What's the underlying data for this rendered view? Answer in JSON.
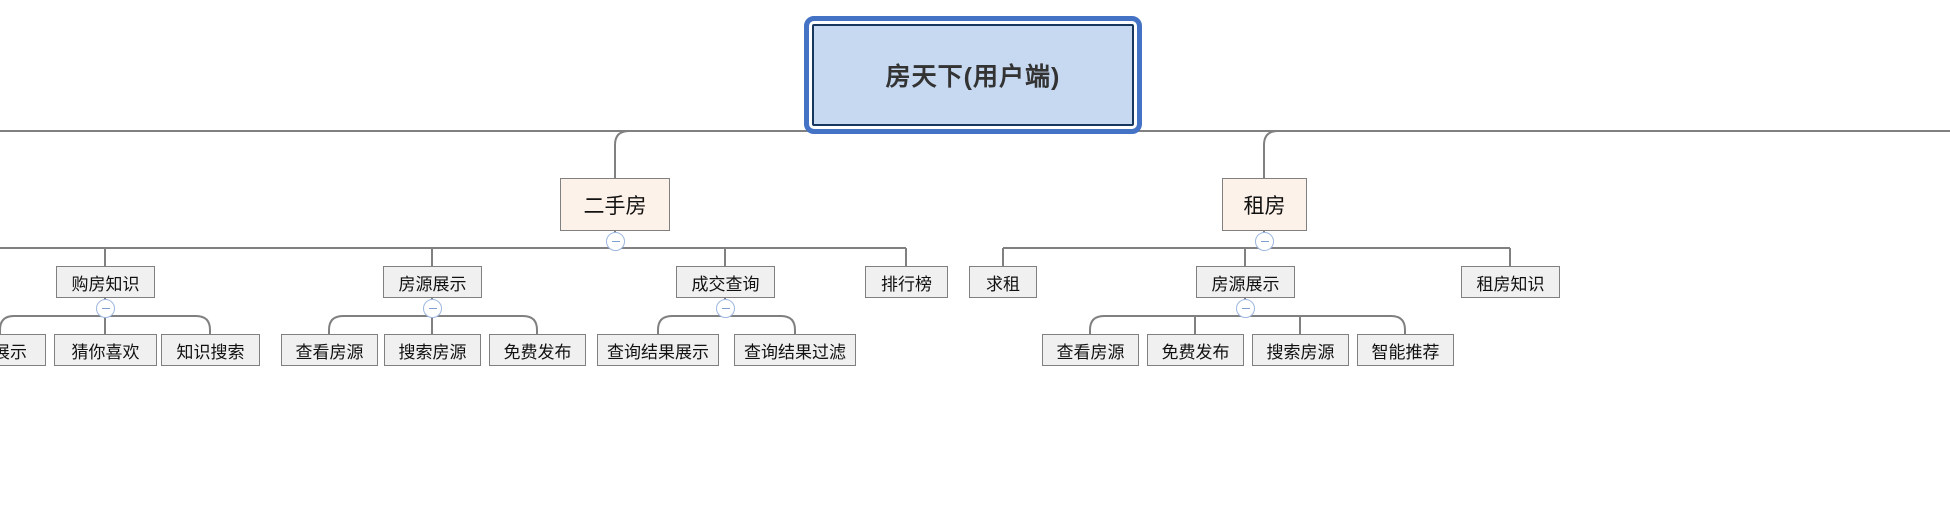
{
  "diagram": {
    "type": "tree-mindmap",
    "title": "房天下(用户端)",
    "orientation": "top-down",
    "colors": {
      "root_fill": "#c6d9f1",
      "root_border": "#4472c4",
      "root_inner_border": "#17375e",
      "category_fill": "#fdf2e9",
      "category_border": "#808080",
      "item_fill": "#f0f0f0",
      "item_border": "#808080",
      "edge": "#808080",
      "toggle_border": "#9db7e0",
      "background": "#ffffff"
    },
    "toggle_icon": "collapse-minus-icon"
  },
  "nodes": {
    "root": {
      "id": "root",
      "label": "房天下(用户端)",
      "level": 0
    },
    "level2": [
      {
        "id": "ershoufang",
        "label": "二手房",
        "level": 1,
        "collapsible": true
      },
      {
        "id": "zufang",
        "label": "租房",
        "level": 1,
        "collapsible": true
      }
    ],
    "level3": [
      {
        "id": "gouf-zhishi",
        "label": "购房知识",
        "level": 2,
        "collapsible": true,
        "parent": "ershoufang"
      },
      {
        "id": "fangyuan-zhanshi-1",
        "label": "房源展示",
        "level": 2,
        "collapsible": true,
        "parent": "ershoufang"
      },
      {
        "id": "chengjiao-chaxun",
        "label": "成交查询",
        "level": 2,
        "collapsible": true,
        "parent": "ershoufang"
      },
      {
        "id": "paihangbang",
        "label": "排行榜",
        "level": 2,
        "collapsible": false,
        "parent": "ershoufang"
      },
      {
        "id": "qiuzu",
        "label": "求租",
        "level": 2,
        "collapsible": false,
        "parent": "zufang"
      },
      {
        "id": "fangyuan-zhanshi-2",
        "label": "房源展示",
        "level": 2,
        "collapsible": true,
        "parent": "zufang"
      },
      {
        "id": "zufang-zhishi",
        "label": "租房知识",
        "level": 2,
        "collapsible": false,
        "parent": "zufang"
      }
    ],
    "level4": [
      {
        "id": "zhanshi",
        "label": "展示",
        "level": 3,
        "parent": "gouf-zhishi",
        "clipped_left": true
      },
      {
        "id": "caini-xihuan",
        "label": "猜你喜欢",
        "level": 3,
        "parent": "gouf-zhishi"
      },
      {
        "id": "zhishi-sousuo",
        "label": "知识搜索",
        "level": 3,
        "parent": "gouf-zhishi"
      },
      {
        "id": "chakan-fangyuan-1",
        "label": "查看房源",
        "level": 3,
        "parent": "fangyuan-zhanshi-1"
      },
      {
        "id": "sousuo-fangyuan-1",
        "label": "搜索房源",
        "level": 3,
        "parent": "fangyuan-zhanshi-1"
      },
      {
        "id": "mianfei-fabu-1",
        "label": "免费发布",
        "level": 3,
        "parent": "fangyuan-zhanshi-1"
      },
      {
        "id": "chaxun-jieguo-zhanshi",
        "label": "查询结果展示",
        "level": 3,
        "parent": "chengjiao-chaxun"
      },
      {
        "id": "chaxun-jieguo-guolv",
        "label": "查询结果过滤",
        "level": 3,
        "parent": "chengjiao-chaxun"
      },
      {
        "id": "chakan-fangyuan-2",
        "label": "查看房源",
        "level": 3,
        "parent": "fangyuan-zhanshi-2"
      },
      {
        "id": "mianfei-fabu-2",
        "label": "免费发布",
        "level": 3,
        "parent": "fangyuan-zhanshi-2"
      },
      {
        "id": "sousuo-fangyuan-2",
        "label": "搜索房源",
        "level": 3,
        "parent": "fangyuan-zhanshi-2"
      },
      {
        "id": "zhineng-tuijian",
        "label": "智能推荐",
        "level": 3,
        "parent": "fangyuan-zhanshi-2"
      }
    ]
  }
}
